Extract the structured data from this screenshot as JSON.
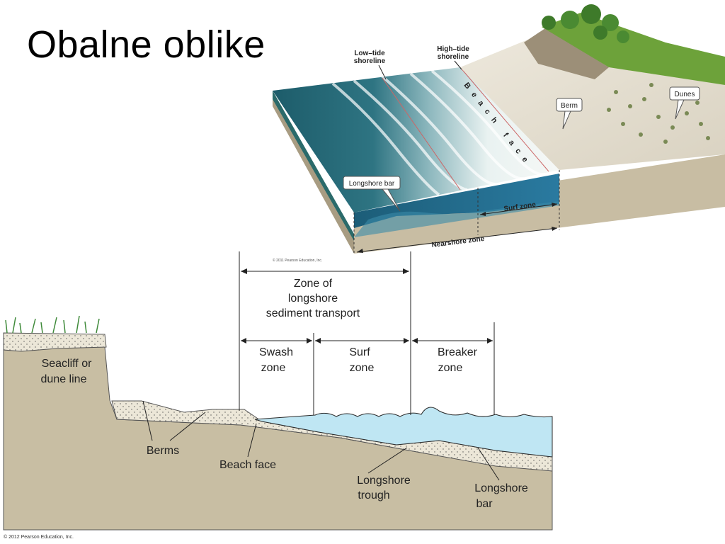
{
  "slide": {
    "title": "Obalne oblike"
  },
  "block_diagram": {
    "labels": {
      "low_tide": [
        "Low–tide",
        "shoreline"
      ],
      "high_tide": [
        "High–tide",
        "shoreline"
      ],
      "beach_face": "Beach face",
      "berm": "Berm",
      "dunes": "Dunes",
      "longshore_bar": "Longshore bar",
      "surf_zone": "Surf zone",
      "nearshore_zone": "Nearshore zone"
    },
    "copyright": "© 2011 Pearson Education, Inc."
  },
  "profile_diagram": {
    "labels": {
      "zone_transport": [
        "Zone of",
        "longshore",
        "sediment transport"
      ],
      "swash": [
        "Swash",
        "zone"
      ],
      "surf": [
        "Surf",
        "zone"
      ],
      "breaker": [
        "Breaker",
        "zone"
      ],
      "seacliff": [
        "Seacliff or",
        "dune line"
      ],
      "berms": "Berms",
      "beach_face": "Beach face",
      "longshore_trough": [
        "Longshore",
        "trough"
      ],
      "longshore_bar": [
        "Longshore",
        "bar"
      ]
    },
    "copyright": "© 2012 Pearson Education, Inc."
  }
}
